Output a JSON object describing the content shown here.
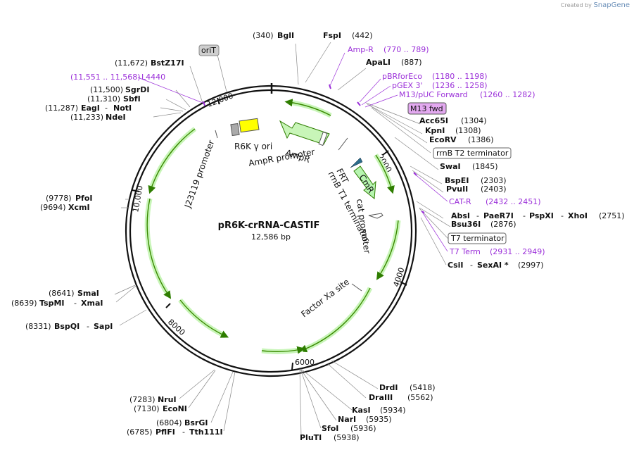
{
  "branding": {
    "prefix": "Created by",
    "name": "SnapGene"
  },
  "plasmid": {
    "name": "pR6K-crRNA-CASTIF",
    "size_label": "12,586 bp"
  },
  "ruler": [
    "2000",
    "4000",
    "6000",
    "8000",
    "10,000",
    "12,000"
  ],
  "sites_right": [
    {
      "pos": "(340)",
      "name": "BglI"
    },
    {
      "name": "FspI",
      "pos": "(442)"
    },
    {
      "name": "ApaLI",
      "pos": "(887)"
    },
    {
      "name": "Acc65I",
      "pos": "(1304)"
    },
    {
      "name": "KpnI",
      "pos": "(1308)"
    },
    {
      "name": "EcoRV",
      "pos": "(1386)"
    },
    {
      "name": "SwaI",
      "pos": "(1845)"
    },
    {
      "name": "BspEI",
      "pos": "(2303)"
    },
    {
      "name": "PvuII",
      "pos": "(2403)"
    },
    {
      "name": "AbsI",
      "name2": "PaeR7I",
      "name3": "PspXI",
      "name4": "XhoI",
      "pos": "(2751)"
    },
    {
      "name": "Bsu36I",
      "pos": "(2876)"
    },
    {
      "name": "CsiI",
      "name2": "SexAI *",
      "pos": "(2997)"
    }
  ],
  "sites_bottom": [
    {
      "name": "DrdI",
      "pos": "(5418)"
    },
    {
      "name": "DraIII",
      "pos": "(5562)"
    },
    {
      "name": "KasI",
      "pos": "(5934)"
    },
    {
      "name": "NarI",
      "pos": "(5935)"
    },
    {
      "name": "SfoI",
      "pos": "(5936)"
    },
    {
      "name": "PluTI",
      "pos": "(5938)"
    }
  ],
  "sites_left": [
    {
      "pos": "(11,672)",
      "name": "BstZ17I"
    },
    {
      "pos": "(11,500)",
      "name": "SgrDI"
    },
    {
      "pos": "(11,310)",
      "name": "SbfI"
    },
    {
      "pos": "(11,287)",
      "name": "EagI",
      "name2": "NotI"
    },
    {
      "pos": "(11,233)",
      "name": "NdeI"
    },
    {
      "pos": "(9778)",
      "name": "PfoI"
    },
    {
      "pos": "(9694)",
      "name": "XcmI"
    },
    {
      "pos": "(8641)",
      "name": "SmaI"
    },
    {
      "pos": "(8639)",
      "name": "TspMI",
      "name2": "XmaI"
    },
    {
      "pos": "(8331)",
      "name": "BspQI",
      "name2": "SapI"
    },
    {
      "pos": "(7283)",
      "name": "NruI"
    },
    {
      "pos": "(7130)",
      "name": "EcoNI"
    },
    {
      "pos": "(6804)",
      "name": "BsrGI"
    },
    {
      "pos": "(6785)",
      "name": "PflFI",
      "name2": "Tth111I"
    }
  ],
  "primers": [
    {
      "name": "Amp-R",
      "range": "(770 .. 789)"
    },
    {
      "name": "pBRforEco",
      "range": "(1180 .. 1198)"
    },
    {
      "name": "pGEX 3'",
      "range": "(1236 .. 1258)"
    },
    {
      "name": "M13/pUC Forward",
      "range": "(1260 .. 1282)"
    },
    {
      "name": "CAT-R",
      "range": "(2432 .. 2451)"
    },
    {
      "name": "T7 Term",
      "range": "(2931 .. 2949)"
    },
    {
      "name": "L4440",
      "range": "(11,551 .. 11,568)"
    }
  ],
  "boxed": {
    "orit": "oriT",
    "m13fwd": "M13 fwd",
    "rrnb_t2": "rrnB T2 terminator",
    "t7term": "T7 terminator"
  },
  "features": {
    "ampr": "AmpR",
    "ampr_promoter": "AmpR promoter",
    "r6k": "R6K γ ori",
    "j23119": "J23119 promoter",
    "frt": "FRT",
    "rrnb_t1": "rrnB T1 terminator",
    "cmr": "CmR",
    "cat_promoter": "cat promoter",
    "factor_xa": "Factor Xa site"
  },
  "colors": {
    "arrow_fill": "#c8f5b8",
    "arrow_stroke": "#2e7d00",
    "arrow_line": "#3a8a00",
    "primer": "#9b30d9",
    "ori_yellow": "#ffff00",
    "m13_box": "#e3a9f0",
    "cmr_fill": "#b7f5b0"
  }
}
